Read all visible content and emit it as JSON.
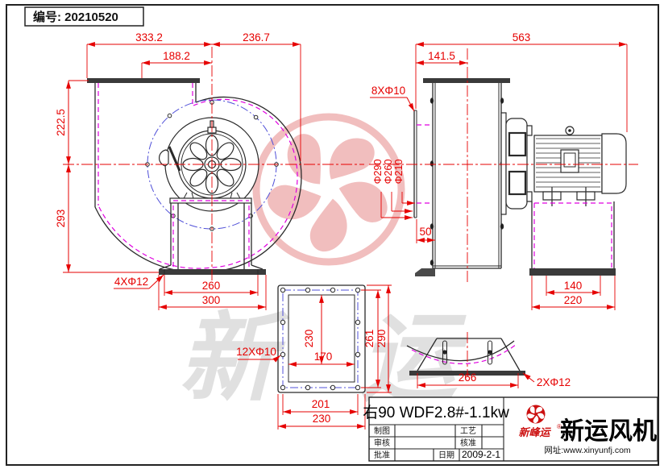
{
  "colors": {
    "line": "#2a2a2a",
    "dim": "#e60000",
    "magenta": "#e000e0",
    "blue": "#5050d8",
    "wmred": "#e89494",
    "wmgrey": "#c8c8c8",
    "brand": "#cc1010"
  },
  "header": {
    "doc_no": "编号: 20210520"
  },
  "front_view": {
    "dim_total_width": "333.2",
    "dim_right_width": "236.7",
    "dim_duct_offset": "188.2",
    "dim_height_top": "222.5",
    "dim_height_bottom": "293",
    "dim_foot_holes": "4XΦ12",
    "dim_base_inner": "260",
    "dim_base_outer": "300"
  },
  "side_view": {
    "dim_total_length": "563",
    "dim_flange_offset": "141.5",
    "dim_inlet_holes": "8XΦ10",
    "dim_d1": "Φ290",
    "dim_d2": "Φ260",
    "dim_d3": "Φ210",
    "dim_gap": "50",
    "dim_foot_inner": "140",
    "dim_foot_outer": "220"
  },
  "flange_view": {
    "dim_holes": "12XΦ10",
    "dim_inner_height": "230",
    "dim_inner_width": "170",
    "dim_bolt_height": "261",
    "dim_outer_height": "290",
    "dim_bolt_width": "201",
    "dim_outer_width": "230"
  },
  "saddle_view": {
    "dim_width": "266",
    "dim_holes": "2XΦ12"
  },
  "title_block": {
    "model": "右90 WDF2.8#-1.1kw",
    "label_draft": "制图",
    "label_check": "审核",
    "label_approve": "批准",
    "label_process": "工艺",
    "label_standard": "核准",
    "label_date": "日期",
    "date": "2009-2-1",
    "brand_script": "新峰运",
    "brand_reg": "®",
    "company": "新运风机",
    "website": "网址:www.xinyunfj.com"
  },
  "watermark": {
    "char_1": "新",
    "char_2": "运"
  }
}
